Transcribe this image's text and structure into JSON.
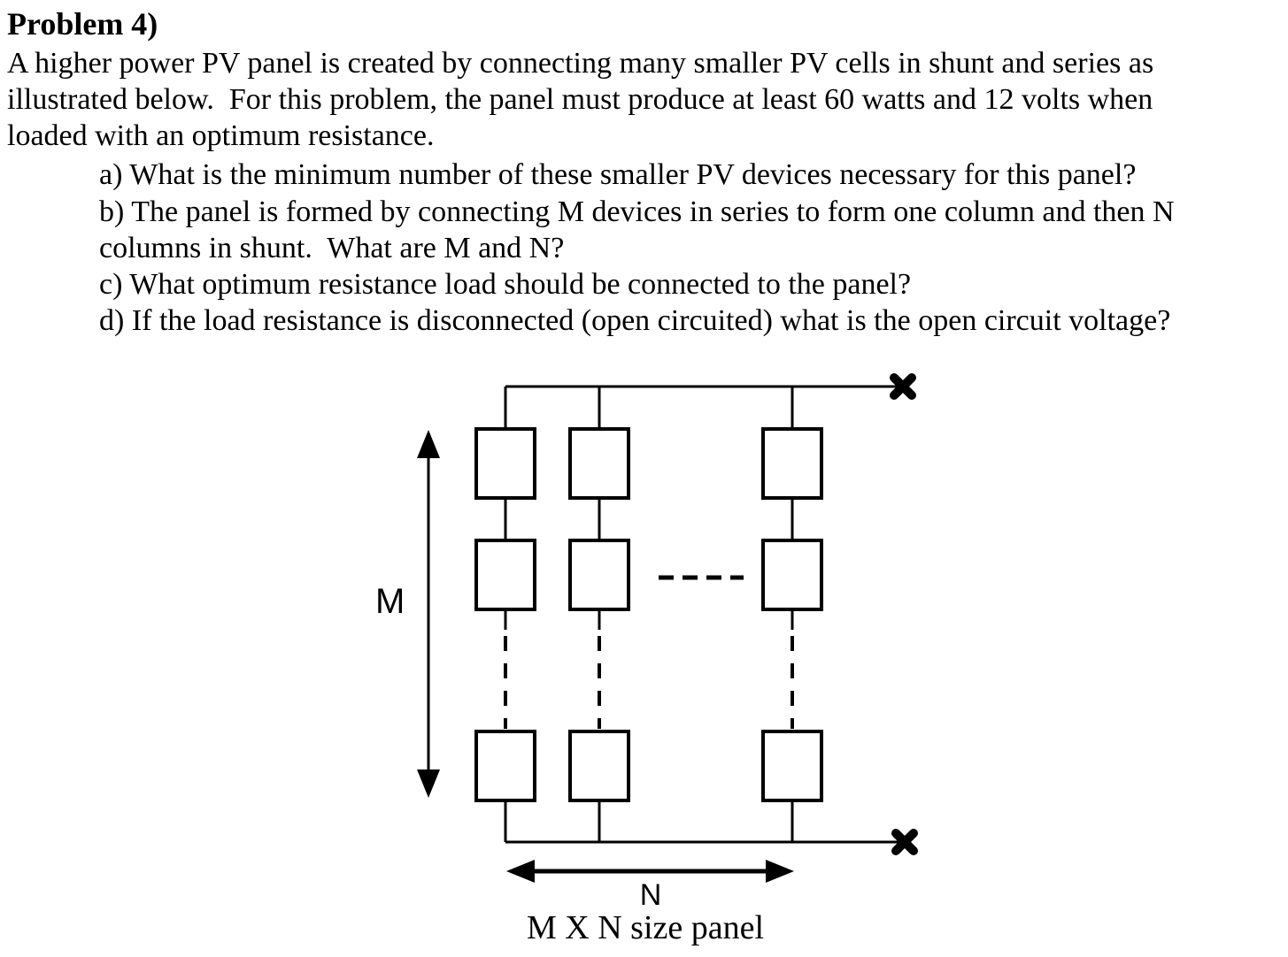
{
  "page": {
    "background_color": "#ffffff",
    "text_color": "#000000",
    "line_color": "#000000"
  },
  "problem": {
    "title": "Problem 4)",
    "body_lines": [
      "A higher power PV panel is created by connecting many smaller PV cells in shunt and series as",
      "illustrated below.  For this problem, the panel must produce at least 60 watts and 12 volts when",
      "loaded with an optimum resistance."
    ],
    "items": [
      "a) What is the minimum number of these smaller PV devices necessary for this panel?",
      "b) The panel is formed by connecting M devices in series to form one column and then N",
      "columns in shunt.  What are M and N?",
      "c) What optimum resistance load should be connected to the panel?",
      "d) If the load resistance is disconnected (open circuited) what is the open circuit voltage?"
    ]
  },
  "diagram": {
    "m_label": "M",
    "n_label": "N",
    "caption": "M X N size panel",
    "terminal_icon": "x-terminal",
    "grid": {
      "visible_rows": 3,
      "visible_columns": 3
    }
  }
}
